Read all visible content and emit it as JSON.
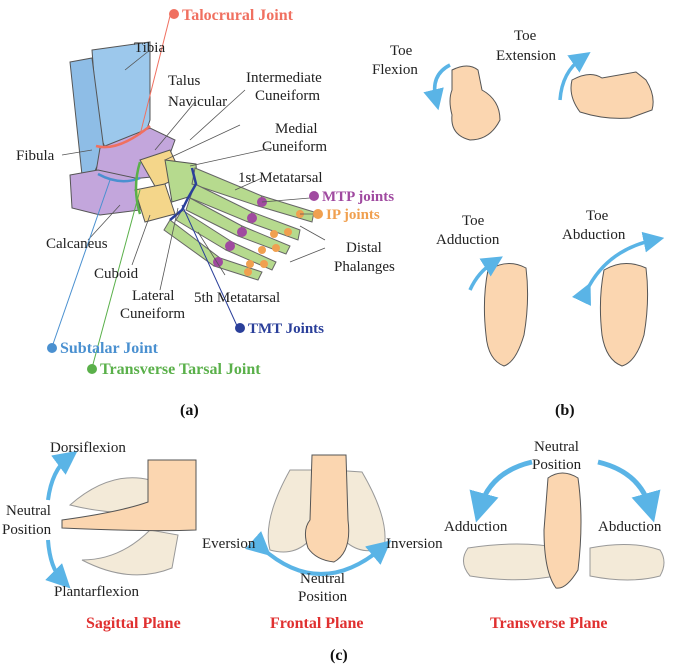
{
  "panel_a": {
    "caption": "(a)",
    "labels": {
      "talocrural": "Talocrural Joint",
      "tibia": "Tibia",
      "intermediate_1": "Intermediate",
      "intermediate_2": "Cuneiform",
      "talus": "Talus",
      "navicular": "Navicular",
      "medial_1": "Medial",
      "medial_2": "Cuneiform",
      "fibula": "Fibula",
      "first_metatarsal": "1st Metatarsal",
      "mtp": "MTP joints",
      "ip": "IP joints",
      "calcaneus": "Calcaneus",
      "distal_1": "Distal",
      "distal_2": "Phalanges",
      "cuboid": "Cuboid",
      "lateral_1": "Lateral",
      "lateral_2": "Cuneiform",
      "fifth_metatarsal": "5th Metatarsal",
      "tmt": "TMT Joints",
      "subtalar": "Subtalar  Joint",
      "transverse": "Transverse Tarsal Joint"
    }
  },
  "panel_b": {
    "caption": "(b)",
    "toe_flexion_1": "Toe",
    "toe_flexion_2": "Flexion",
    "toe_extension_1": "Toe",
    "toe_extension_2": "Extension",
    "toe_adduction_1": "Toe",
    "toe_adduction_2": "Adduction",
    "toe_abduction_1": "Toe",
    "toe_abduction_2": "Abduction"
  },
  "panel_c": {
    "caption": "(c)",
    "sagittal": {
      "top": "Dorsiflexion",
      "neutral_1": "Neutral",
      "neutral_2": "Position",
      "bottom": "Plantarflexion",
      "plane": "Sagittal Plane"
    },
    "frontal": {
      "left": "Eversion",
      "right": "Inversion",
      "neutral_1": "Neutral",
      "neutral_2": "Position",
      "plane": "Frontal Plane"
    },
    "transverse": {
      "neutral_1": "Neutral",
      "neutral_2": "Position",
      "left": "Adduction",
      "right": "Abduction",
      "plane": "Transverse Plane"
    }
  },
  "colors": {
    "talocrural": "#f07060",
    "subtalar": "#4a90d0",
    "transverse": "#5ab04a",
    "tmt": "#2a3f9a",
    "mtp": "#a04aa0",
    "ip": "#f0a050",
    "arrow": "#5ab4e6",
    "plane_title": "#e03030",
    "skin": "#fbd6b0"
  }
}
